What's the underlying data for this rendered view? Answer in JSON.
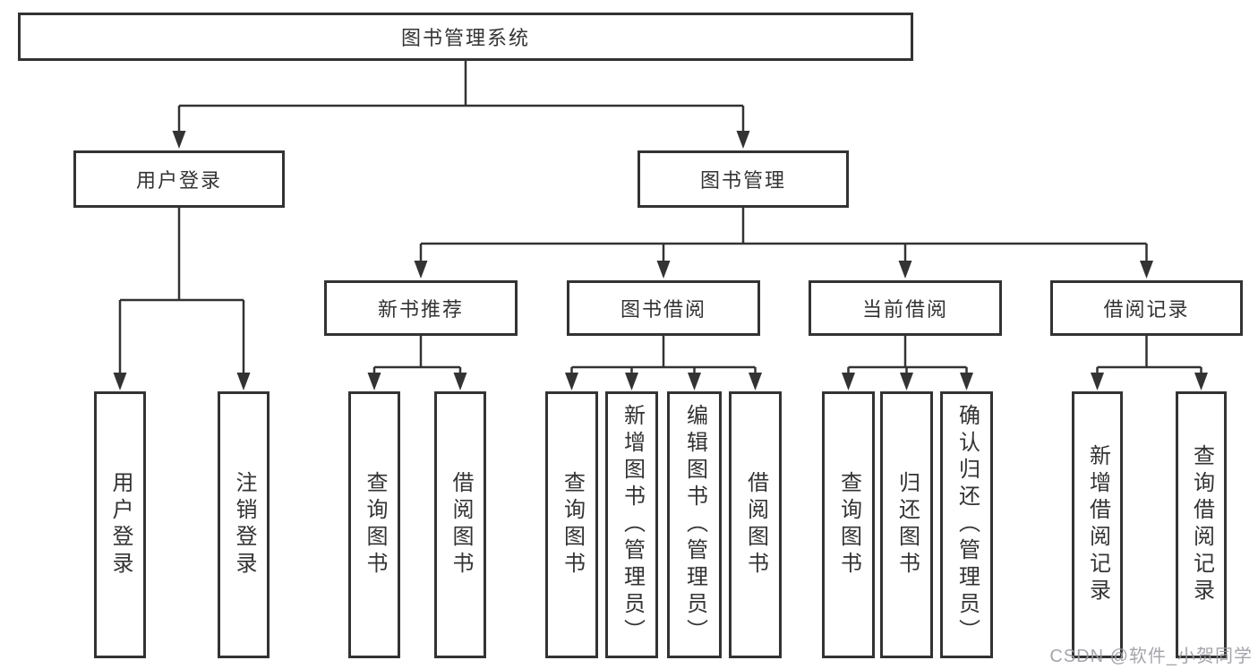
{
  "tree": {
    "label": "图书管理系统",
    "children": [
      {
        "label": "用户登录",
        "children": [
          {
            "label": "用户登录"
          },
          {
            "label": "注销登录"
          }
        ]
      },
      {
        "label": "图书管理",
        "children": [
          {
            "label": "新书推荐",
            "children": [
              {
                "label": "查询图书"
              },
              {
                "label": "借阅图书"
              }
            ]
          },
          {
            "label": "图书借阅",
            "children": [
              {
                "label": "查询图书"
              },
              {
                "label": "新增图书（管理员）"
              },
              {
                "label": "编辑图书（管理员）"
              },
              {
                "label": "借阅图书"
              }
            ]
          },
          {
            "label": "当前借阅",
            "children": [
              {
                "label": "查询图书"
              },
              {
                "label": "归还图书"
              },
              {
                "label": "确认归还（管理员）"
              }
            ]
          },
          {
            "label": "借阅记录",
            "children": [
              {
                "label": "新增借阅记录"
              },
              {
                "label": "查询借阅记录"
              }
            ]
          }
        ]
      }
    ]
  },
  "watermark": {
    "text": "CSDN @软件_小贺同学"
  },
  "colors": {
    "line": "#333333",
    "text": "#333333",
    "watermark": "#9b9ba3",
    "background": "#ffffff"
  }
}
